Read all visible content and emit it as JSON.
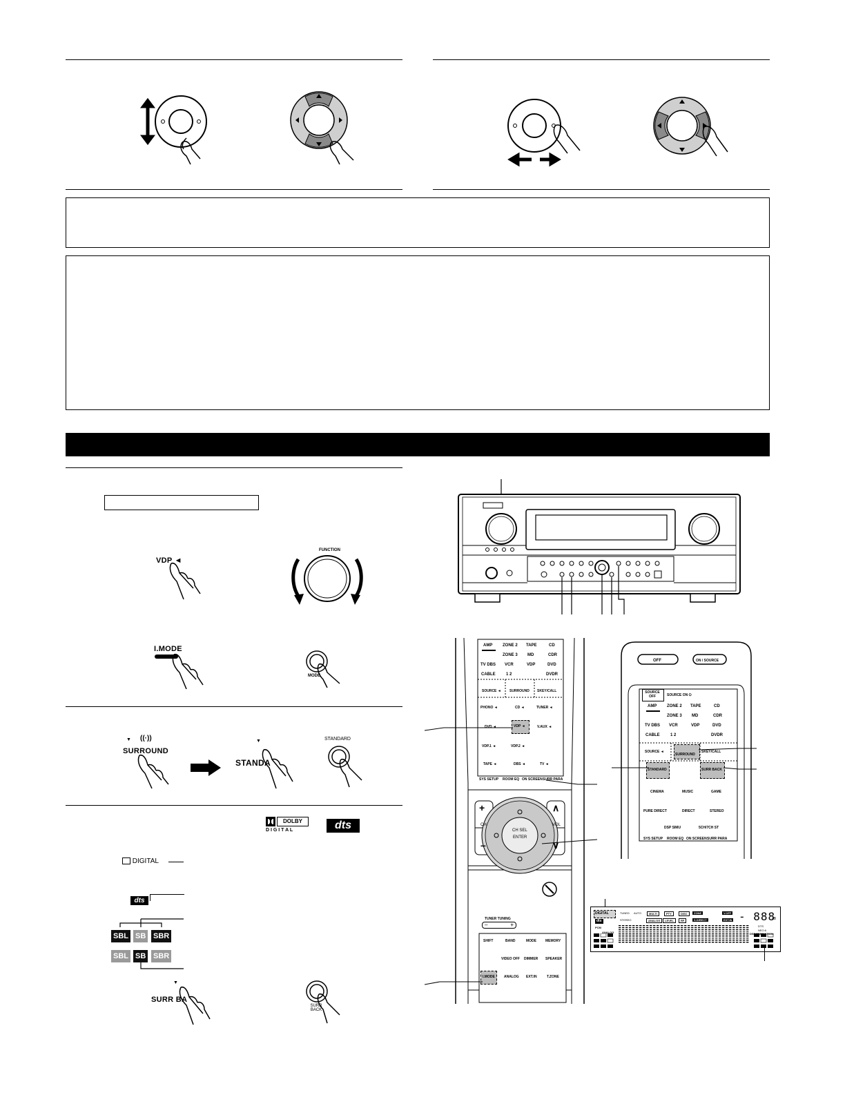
{
  "page": {
    "background": "#ffffff",
    "ink": "#000000"
  },
  "remote": {
    "sources": [
      "AMP",
      "ZONE 2",
      "TAPE",
      "CD",
      "ZONE 3",
      "MD",
      "CDR",
      "TV DBS",
      "VCR",
      "VDP",
      "DVD",
      "CABLE",
      "1 2",
      "DVDR"
    ],
    "mid_row": [
      "SOURCE ◄",
      "SURROUND",
      "SKEY/CALL"
    ],
    "inputs": [
      "PHONO ◄",
      "CD ◄",
      "TUNER ◄",
      "DVD ◄",
      "VDP ◄",
      "V.AUX ◄",
      "VDP.1 ◄",
      "VDP.2 ◄",
      "TAPE ◄",
      "DBS ◄",
      "TV ◄"
    ],
    "setup_row": [
      "SYS SETUP",
      "ROOM EQ",
      "ON SCREEN",
      "SURR PARA"
    ],
    "pad": {
      "ch": "CH",
      "vol": "VOL",
      "center_top": "CH SEL",
      "center": "ENTER"
    },
    "tuning": "TUNER TUNING",
    "bottom_row1": [
      "SHIFT",
      "BAND",
      "MODE",
      "MEMORY"
    ],
    "bottom_row2": [
      "VIDEO OFF",
      "DIMMER",
      "SPEAKER"
    ],
    "bottom_row3": [
      "I.MODE",
      "ANALOG",
      "EXT.IN",
      "T.ZONE"
    ]
  },
  "touch": {
    "top_buttons": [
      "OFF",
      "ON / SOURCE"
    ],
    "tabs": [
      "SOURCE OFF",
      "SOURCE ON ⏻"
    ],
    "sources": [
      "AMP",
      "ZONE 2",
      "TAPE",
      "CD",
      "ZONE 3",
      "MD",
      "CDR",
      "TV DBS",
      "VCR",
      "VDP",
      "DVD",
      "CABLE",
      "1 2",
      "DVDR"
    ],
    "mid_row": [
      "SOURCE ◄",
      "SURROUND",
      "SKEY/CALL"
    ],
    "modes": [
      "STANDARD",
      "SURR BACK",
      "CINEMA",
      "MUSIC",
      "GAME",
      "PURE DIRECT",
      "DIRECT",
      "STEREO",
      "DSP SIMU",
      "5CH/7CH ST"
    ],
    "setup_row": [
      "SYS SETUP",
      "ROOM EQ",
      "ON SCREEN",
      "SURR PARA"
    ]
  },
  "step_labels": {
    "vdp": "VDP ◄",
    "function": "FUNCTION",
    "imode": "I.MODE",
    "mode": "MODE",
    "surround": "SURROUND",
    "standard_key": "STANDA",
    "standard_button": "STANDARD",
    "surr_back_key": "SURR BA",
    "surr_back_button": "SURR BACK"
  },
  "indicators": {
    "dolby_digital": "DIGITAL",
    "dts": "dts",
    "sb_on": [
      "SBL",
      "SB",
      "SBR"
    ],
    "sb_alt": [
      "SBL",
      "SB",
      "SBR"
    ]
  },
  "logos": {
    "dolby_top": "DOLBY",
    "dolby_bottom": "D I G I T A L",
    "dts": "dts"
  },
  "display": {
    "left_labels": [
      "DIGITAL",
      "dts",
      "PCM",
      "ANALOG"
    ],
    "row1": [
      "TUNED",
      "AUTO",
      "MULTI",
      "PTY",
      "DISC",
      "ZONE",
      "V.OFF"
    ],
    "row2": [
      "STEREO",
      "ANALOG",
      "LEVEL",
      "RF",
      "S.DIRECT",
      "EXT.IN"
    ],
    "digits": "- 888",
    "unit": "dB",
    "right_labels": [
      "DTS",
      "NEO:6",
      "DSP SIMULATION"
    ]
  }
}
